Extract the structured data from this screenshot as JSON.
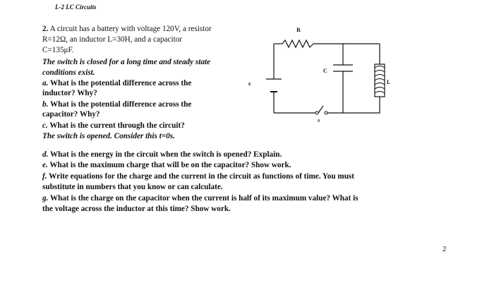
{
  "header": "L-2 LC Circuits",
  "question": {
    "number": "2.",
    "intro": [
      " A circuit has a battery with voltage 120V, a resistor",
      "R=12Ω, an inductor L=30H, and a capacitor",
      "C=135μF."
    ],
    "closed_note": [
      "The switch is closed for a long time and steady state",
      "conditions exist."
    ],
    "part_a": {
      "letter": "a.",
      "lines": [
        " What is the potential difference across the",
        "inductor? Why?"
      ]
    },
    "part_b": {
      "letter": "b.",
      "lines": [
        " What is the potential difference across the",
        "capacitor? Why?"
      ]
    },
    "part_c": {
      "letter": "c.",
      "lines": [
        " What is the current through the circuit?"
      ]
    },
    "opened_note": "The switch is opened.  Consider this t=0s.",
    "part_d": {
      "letter": "d.",
      "text": " What is the energy in the circuit when the switch is opened? Explain."
    },
    "part_e": {
      "letter": "e.",
      "text": " What is the maximum charge that will be on the capacitor? Show work."
    },
    "part_f": {
      "letter": "f.",
      "lines": [
        " Write equations for the charge and the current in the circuit as functions of time.  You must",
        "substitute in numbers that you know or can calculate."
      ]
    },
    "part_g": {
      "letter": "g.",
      "lines": [
        " What is the charge on the capacitor when the current is half of its maximum value? What is",
        "the voltage across the inductor at this time?  Show work."
      ]
    }
  },
  "circuit": {
    "resistor_label": "R",
    "capacitor_label": "C",
    "battery_label": "E",
    "inductor_label": "L",
    "switch_label": "S"
  },
  "page_number": "2"
}
